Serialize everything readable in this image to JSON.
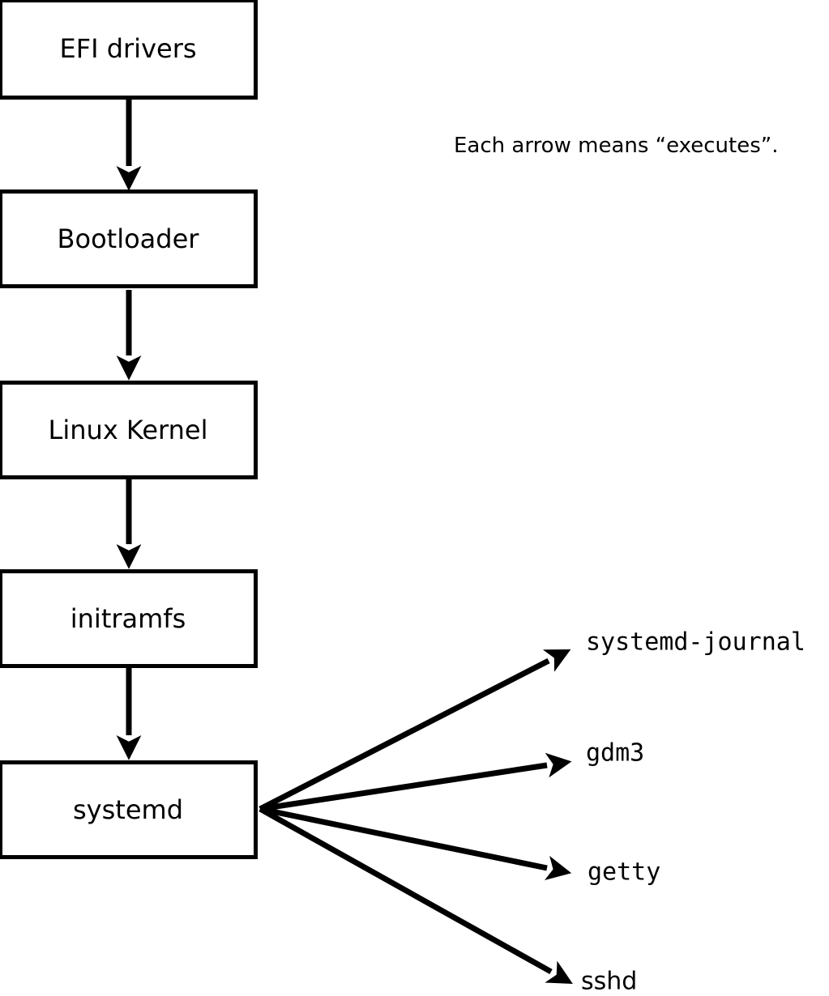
{
  "diagram": {
    "note": "Each arrow means “executes”.",
    "chain": [
      {
        "label": "EFI drivers"
      },
      {
        "label": "Bootloader"
      },
      {
        "label": "Linux Kernel"
      },
      {
        "label": "initramfs"
      },
      {
        "label": "systemd"
      }
    ],
    "fanout": [
      {
        "label": "systemd-journal"
      },
      {
        "label": "gdm3"
      },
      {
        "label": "getty"
      },
      {
        "label": "sshd"
      }
    ],
    "colors": {
      "background": "#ffffff",
      "box_fill": "#ffffff",
      "box_border": "#000000",
      "arrow": "#000000",
      "text": "#000000"
    }
  }
}
